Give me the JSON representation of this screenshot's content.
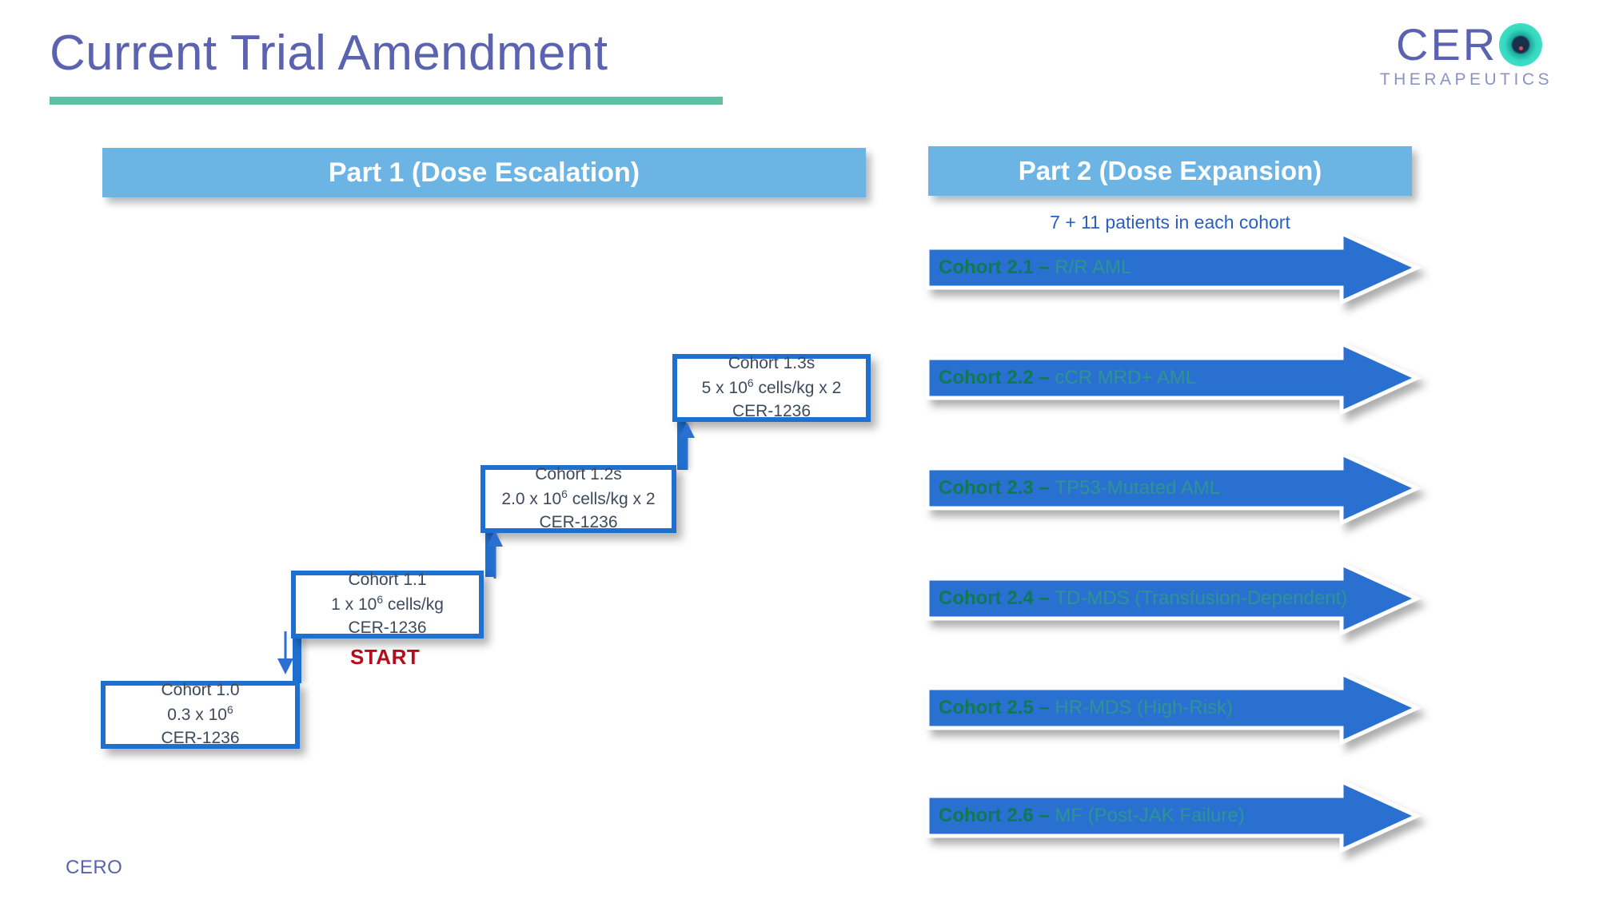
{
  "slide": {
    "title": "Current Trial Amendment",
    "footer": "CERO"
  },
  "logo": {
    "letters": "CER",
    "subtitle": "THERAPEUTICS",
    "accent_color": "#35d8c0",
    "word_color": "#5b62b0"
  },
  "part1": {
    "header": "Part 1 (Dose Escalation)",
    "start_label": "START",
    "cohorts": [
      {
        "name": "Cohort 1.0",
        "dose_prefix": "0.3 x 10",
        "dose_exp": "6",
        "dose_suffix": "",
        "agent": "CER-1236"
      },
      {
        "name": "Cohort 1.1",
        "dose_prefix": "1 x 10",
        "dose_exp": "6",
        "dose_suffix": " cells/kg",
        "agent": "CER-1236"
      },
      {
        "name": "Cohort 1.2s",
        "dose_prefix": "2.0 x 10",
        "dose_exp": "6",
        "dose_suffix": " cells/kg x 2",
        "agent": "CER-1236"
      },
      {
        "name": "Cohort 1.3s",
        "dose_prefix": "5 x 10",
        "dose_exp": "6",
        "dose_suffix": " cells/kg x 2",
        "agent": "CER-1236"
      }
    ]
  },
  "part2": {
    "header": "Part 2 (Dose Expansion)",
    "patients_note": "7 + 11 patients in each cohort",
    "arrow_color": "#2a6fd1",
    "cohorts": [
      {
        "id": "Cohort 2.1 – ",
        "indication": "R/R AML"
      },
      {
        "id": "Cohort 2.2 – ",
        "indication": "cCR MRD+ AML"
      },
      {
        "id": "Cohort 2.3 – ",
        "indication": "TP53-Mutated AML"
      },
      {
        "id": "Cohort 2.4 – ",
        "indication": "TD-MDS (Transfusion-Dependent)"
      },
      {
        "id": "Cohort 2.5 – ",
        "indication": "HR-MDS (High-Risk)"
      },
      {
        "id": "Cohort 2.6 – ",
        "indication": "MF (Post-JAK Failure)"
      }
    ]
  },
  "colors": {
    "title": "#5b62b0",
    "rule": "#5ebfa2",
    "bar": "#6cb4e4",
    "box_border": "#1f6fce",
    "start": "#b50d1b"
  }
}
